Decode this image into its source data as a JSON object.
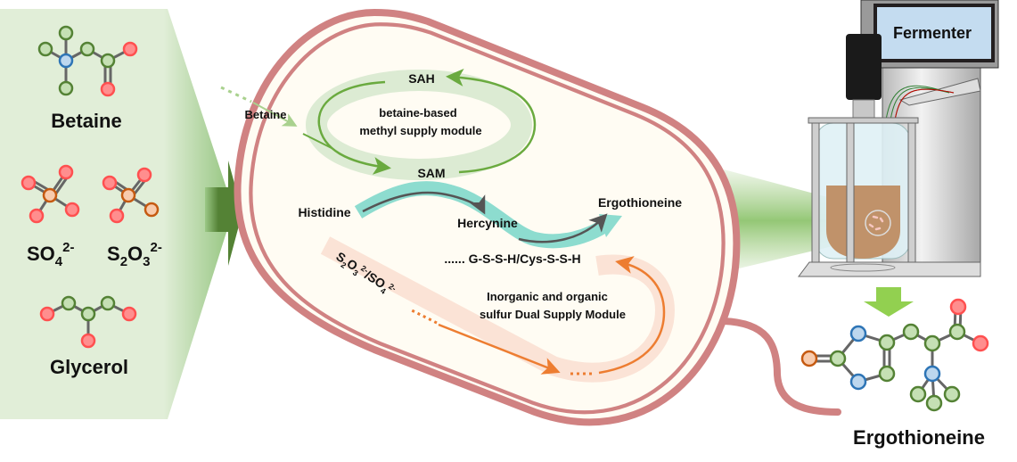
{
  "substrates": {
    "betaine": "Betaine",
    "sulfate": {
      "base": "SO",
      "sub": "4",
      "sup": "2-"
    },
    "thiosulfate": {
      "base1": "S",
      "sub1": "2",
      "base2": "O",
      "sub2": "3",
      "sup": "2-"
    },
    "glycerol": "Glycerol"
  },
  "cell": {
    "betaine_input": "Betaine",
    "sah": "SAH",
    "sam": "SAM",
    "methyl_module": [
      "betaine-based",
      "methyl supply module"
    ],
    "histidine": "Histidine",
    "hercynine": "Hercynine",
    "ergothioneine": "Ergothioneine",
    "sulfur_donors": "...... G-S-S-H/Cys-S-S-H",
    "sulfur_input": {
      "s": "S",
      "s_sub": "2",
      "o": "O",
      "o_sub": "3",
      "sup1": "2-",
      "slash": "/SO",
      "sub2": "4",
      "sup2": "2-"
    },
    "sulfur_module": [
      "Inorganic and organic",
      "sulfur Dual Supply Module"
    ]
  },
  "fermenter": {
    "label": "Fermenter"
  },
  "product": {
    "label": "Ergothioneine"
  },
  "colors": {
    "panel_green": "#e1eed8",
    "arrow_green": "#548235",
    "cell_wall": "#d08282",
    "methyl_green": "#6aaa3f",
    "teal": "#8ddccf",
    "orange": "#ed7d31",
    "atom_red": "#ff8e8e",
    "atom_green": "#c5e0b4",
    "atom_blue": "#bdd7ee",
    "atom_orange": "#f8cbad"
  }
}
